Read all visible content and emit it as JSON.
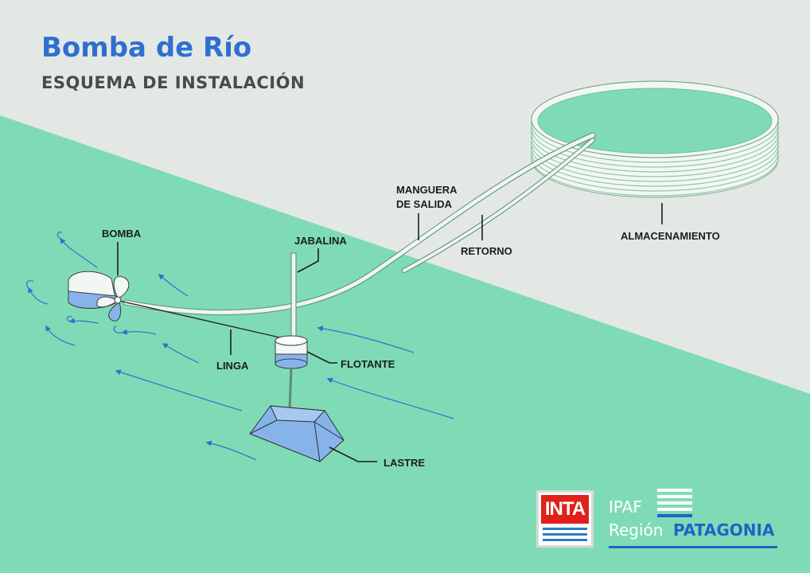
{
  "title": "Bomba de Río",
  "subtitle": "ESQUEMA DE INSTALACIÓN",
  "labels": {
    "bomba": "BOMBA",
    "jabalina": "JABALINA",
    "manguera_line1": "MANGUERA",
    "manguera_line2": "DE SALIDA",
    "retorno": "RETORNO",
    "almacenamiento": "ALMACENAMIENTO",
    "linga": "LINGA",
    "flotante": "FLOTANTE",
    "lastre": "LASTRE"
  },
  "logos": {
    "inta": "INTA",
    "ipaf_line1": "IPAF",
    "ipaf_region": "Región",
    "ipaf_patagonia": "PATAGONIA"
  },
  "colors": {
    "water": "#7fdbb6",
    "sky": "#e3e8e5",
    "title": "#2e6fd0",
    "flow_arrows": "#2f6fd0",
    "pipe": "#eef6f1",
    "inta_red": "#e0211b"
  }
}
